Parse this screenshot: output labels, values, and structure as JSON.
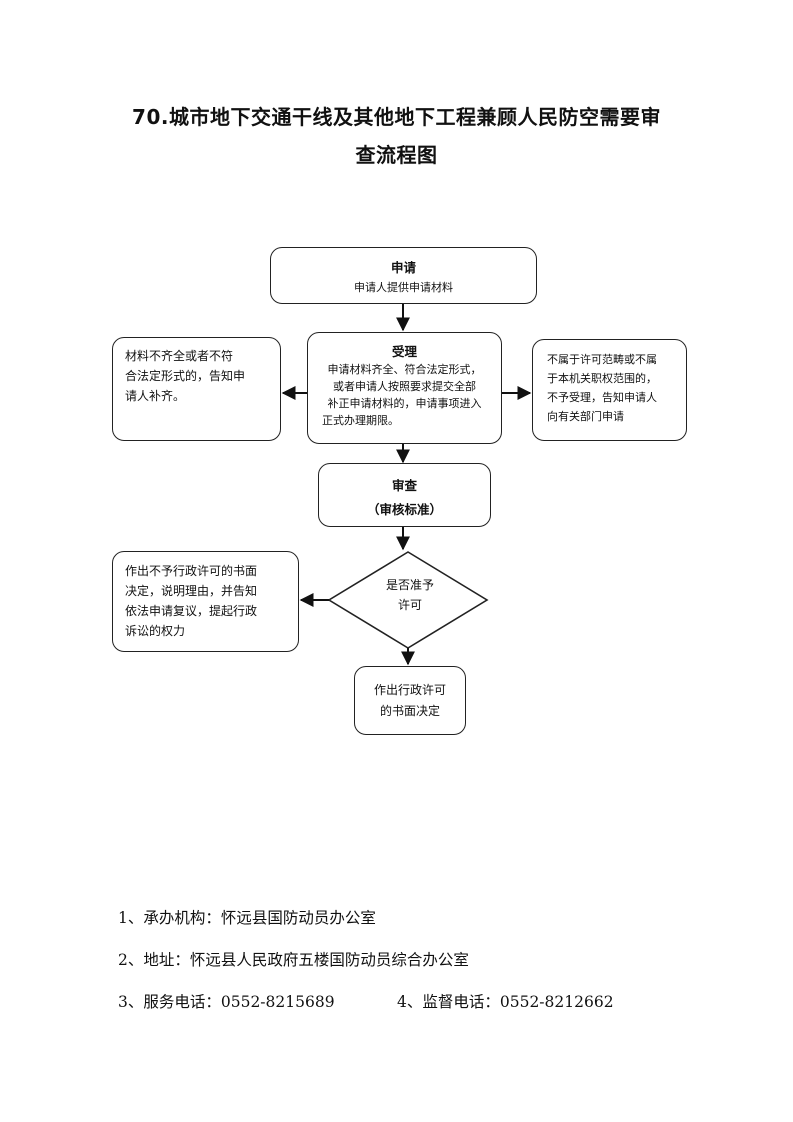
{
  "title": {
    "line1": "70.城市地下交通干线及其他地下工程兼顾人民防空需要审",
    "line2": "查流程图"
  },
  "flow": {
    "apply": {
      "head": "申请",
      "body": "申请人提供申请材料"
    },
    "accept": {
      "head": "受理",
      "lines": [
        "申请材料齐全、符合法定形式，",
        "或者申请人按照要求提交全部",
        "补正申请材料的，申请事项进入",
        "正式办理期限。"
      ]
    },
    "incomplete": {
      "lines": [
        "材料不齐全或者不符",
        "合法定形式的，告知申",
        "请人补齐。"
      ]
    },
    "out_of_scope": {
      "lines": [
        "不属于许可范畴或不属",
        "于本机关职权范围的，",
        "不予受理，告知申请人",
        "向有关部门申请"
      ]
    },
    "review": {
      "head": "审查",
      "sub": "（审核标准）"
    },
    "decision": {
      "lines": [
        "是否准予",
        "许可"
      ]
    },
    "reject": {
      "lines": [
        "作出不予行政许可的书面",
        "决定，说明理由，并告知",
        "依法申请复议，提起行政",
        "诉讼的权力"
      ]
    },
    "approve": {
      "lines": [
        "作出行政许可",
        "的书面决定"
      ]
    }
  },
  "footer": {
    "line1": "1、承办机构：怀远县国防动员办公室",
    "line2": "2、地址：怀远县人民政府五楼国防动员综合办公室",
    "line3a": "3、服务电话：0552-8215689",
    "line3b": "4、监督电话：0552-8212662"
  }
}
